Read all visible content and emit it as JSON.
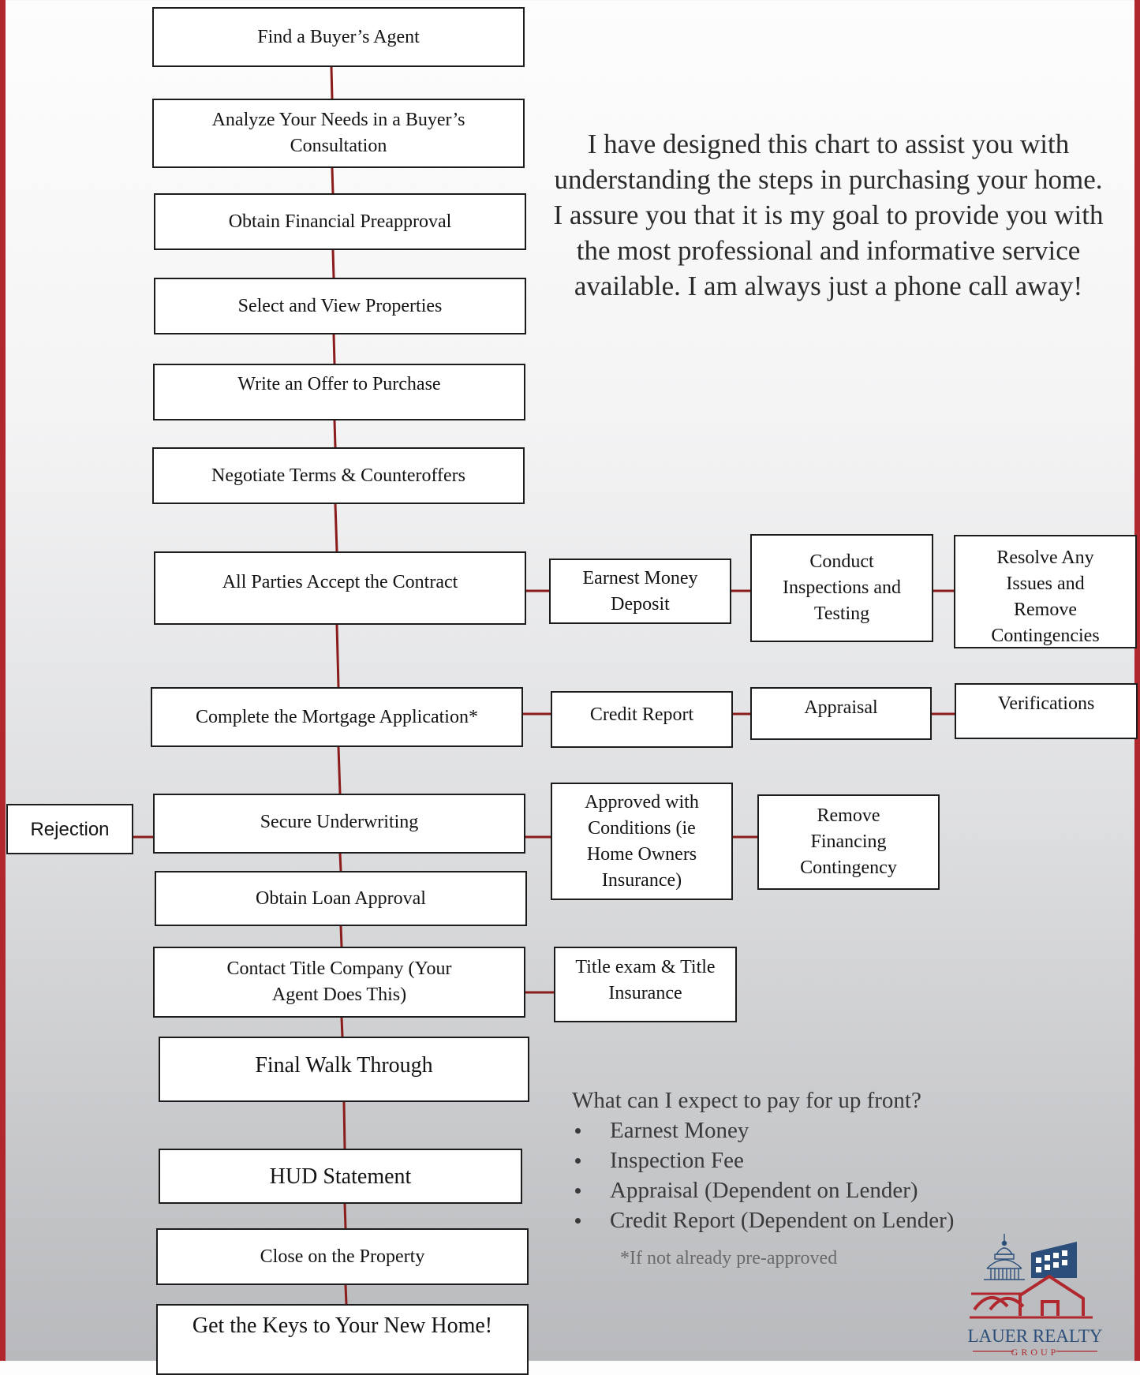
{
  "flowchart": {
    "steps": [
      "Find a Buyer’s Agent",
      "Analyze Your Needs in a Buyer’s Consultation",
      "Obtain Financial Preapproval",
      "Select and View Properties",
      "Write an Offer to Purchase",
      "Negotiate Terms & Counteroffers",
      "All Parties Accept the Contract",
      "Complete the Mortgage Application*",
      "Secure Underwriting",
      "Obtain Loan Approval",
      "Contact Title Company (Your Agent Does This)",
      "Final Walk Through",
      "HUD Statement",
      "Close on the Property",
      "Get the Keys to Your New Home!"
    ],
    "contract_branch": [
      "Earnest Money Deposit",
      "Conduct Inspections and Testing",
      "Resolve Any Issues and Remove Contingencies"
    ],
    "mortgage_branch": [
      "Credit Report",
      "Appraisal",
      "Verifications"
    ],
    "underwriting_branch": [
      "Approved with Conditions (ie Home Owners Insurance)",
      "Remove Financing Contingency"
    ],
    "rejection": "Rejection",
    "title_branch": "Title exam & Title Insurance"
  },
  "intro": {
    "lines": [
      "I have designed this chart to assist you with",
      "understanding the steps in purchasing your home.",
      "I assure you that it is my goal to provide you with",
      "the most professional and informative service",
      "available.  I am always just a phone call away!"
    ]
  },
  "upfront": {
    "heading": "What can I expect to pay for up front?",
    "items": [
      "Earnest Money",
      "Inspection Fee",
      "Appraisal (Dependent on Lender)",
      "Credit Report (Dependent on  Lender)"
    ],
    "footnote": "*If not already pre-approved"
  },
  "brand": {
    "name": "LAUER REALTY",
    "sub": "GROUP",
    "accent_color": "#b0282d",
    "logo_blue": "#2b4f7a",
    "connector_color": "#8b1c1c"
  }
}
